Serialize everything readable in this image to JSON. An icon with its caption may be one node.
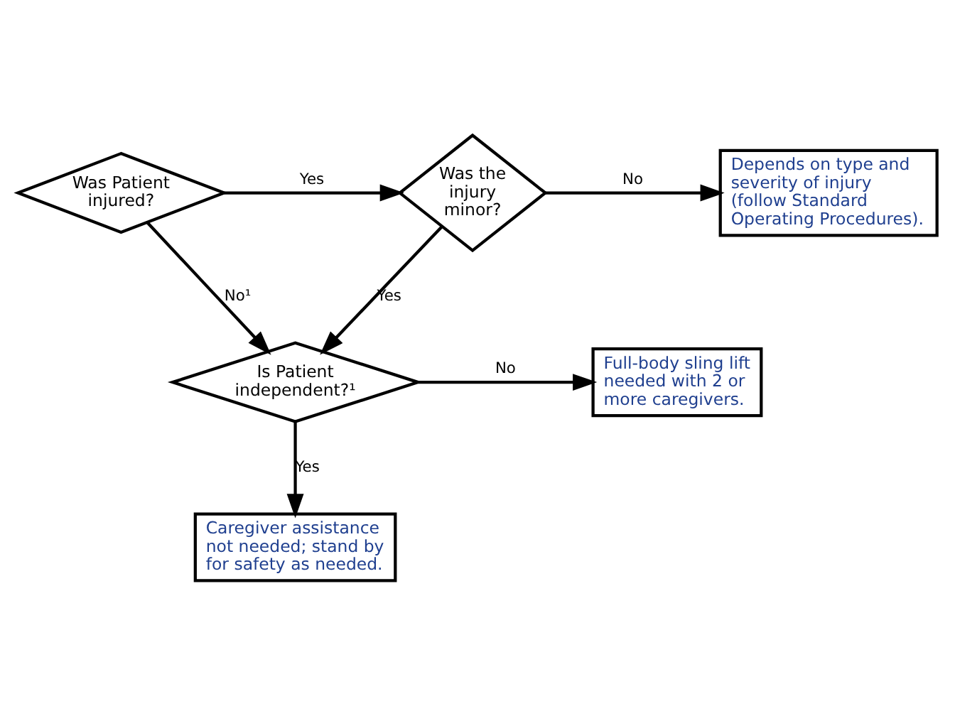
{
  "diagram": {
    "nodes": [
      {
        "text": [
          "Was Patient injured?"
        ]
      },
      {
        "text": [
          "Was the injury minor?"
        ]
      },
      {
        "text": [
          "Is Patient independent?¹"
        ]
      },
      {
        "text": [
          "Depends on type and severity of injury (follow Standard Operating Procedures)."
        ]
      },
      {
        "text": [
          "Full-body sling lift needed with 2 or more caregivers."
        ]
      },
      {
        "text": [
          "Caregiver assistance not needed; stand by for safety as needed."
        ]
      }
    ],
    "edges": [
      {
        "from": 0,
        "to": 1,
        "arrow": "to",
        "label": "Yes"
      },
      {
        "from": 1,
        "to": 3,
        "arrow": "to",
        "label": "No"
      },
      {
        "from": 0,
        "to": 2,
        "arrow": "to",
        "label": "No¹"
      },
      {
        "from": 1,
        "to": 2,
        "arrow": "to",
        "label": "Yes"
      },
      {
        "from": 2,
        "to": 4,
        "arrow": "to",
        "label": "No"
      },
      {
        "from": 2,
        "to": 5,
        "arrow": "to",
        "label": "Yes"
      }
    ]
  }
}
